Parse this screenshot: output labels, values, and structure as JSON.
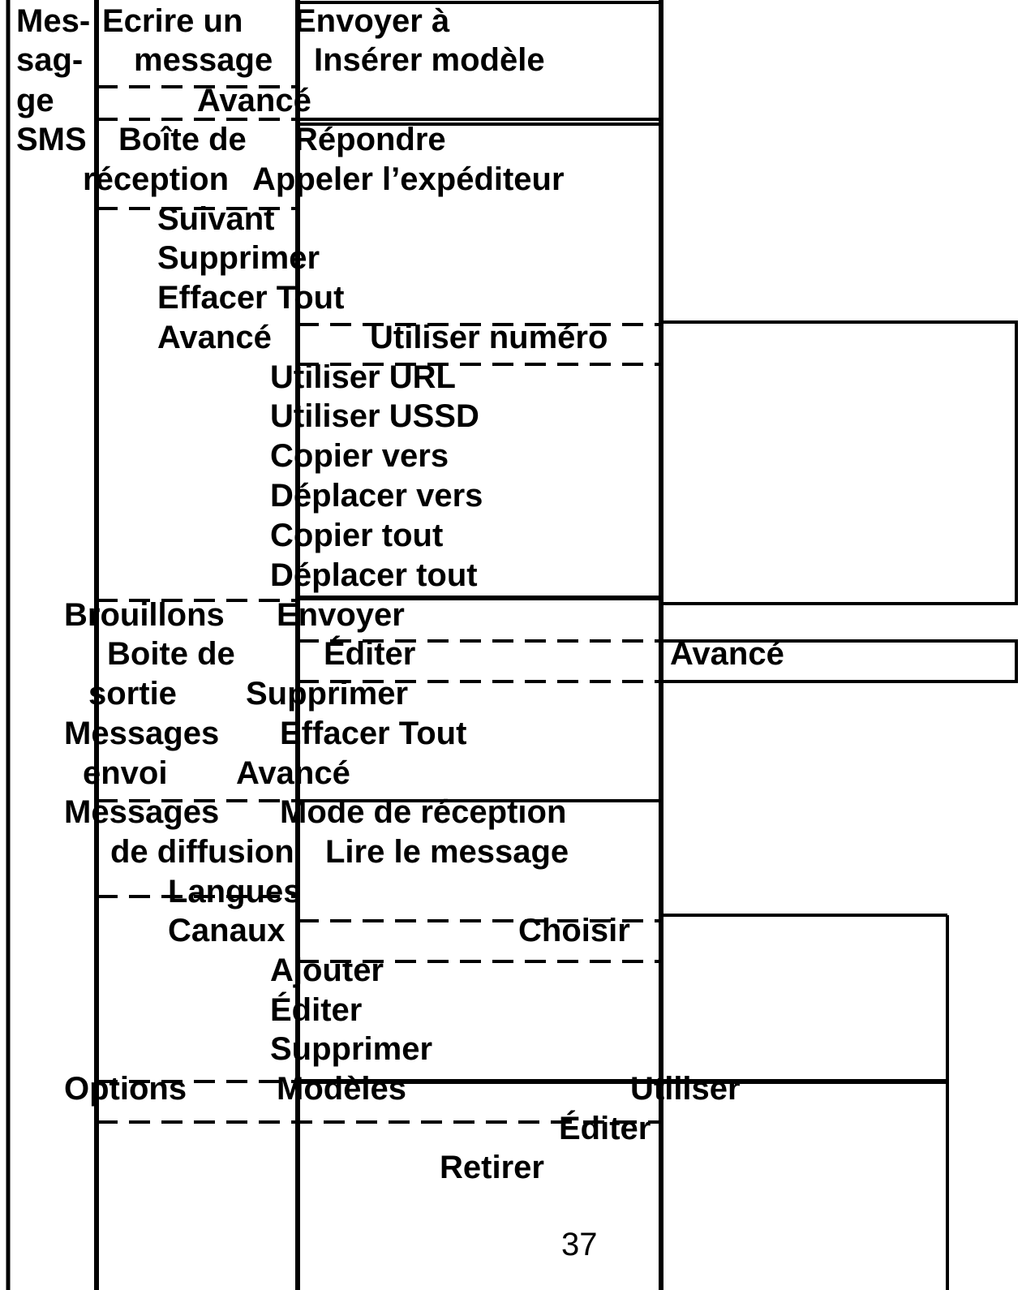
{
  "col1": {
    "l1": "Mes-",
    "l2": "sag-",
    "l3": "ge",
    "l4": "SMS"
  },
  "col2": {
    "write": {
      "l1": "Ecrire un",
      "l2": "message",
      "advanced": "Avancé"
    },
    "inbox": {
      "l1": "Boîte de",
      "l2": "réception",
      "next": "Suivant",
      "delete": "Supprimer",
      "clear_all": "Effacer Tout",
      "advanced": "Avancé"
    },
    "drafts": "Brouillons",
    "outbox": {
      "l1": "Boite de",
      "l2": "sortie"
    },
    "sent": {
      "l1": "Messages",
      "l2": "envoi"
    },
    "broadcast": {
      "l1": "Messages",
      "l2": "de diffusion",
      "languages": "Langues",
      "channels": "Canaux"
    },
    "options": "Options"
  },
  "col3": {
    "write_sub": [
      "Envoyer à",
      "Insérer modèle"
    ],
    "inbox_sub": [
      "Répondre",
      "Appeler l’expéditeur"
    ],
    "inbox_adv": [
      "Utiliser URL",
      "Utiliser USSD",
      "Copier vers",
      "Déplacer vers",
      "Copier tout",
      "Déplacer tout"
    ],
    "drafts_sub": [
      "Envoyer",
      "Éditer",
      "Supprimer",
      "Effacer Tout",
      "Avancé"
    ],
    "broadcast_sub": [
      "Mode de réception",
      "Lire le message"
    ],
    "channel_sub": [
      "Ajouter",
      "Éditer",
      "Supprimer"
    ],
    "options_sub": "Modèles"
  },
  "col4": {
    "use_number": "Utiliser numéro",
    "edit_advanced": "Avancé",
    "choose": "Choisir",
    "templates": [
      "Utiliser",
      "Éditer",
      "Retirer"
    ]
  },
  "page_number": "37"
}
